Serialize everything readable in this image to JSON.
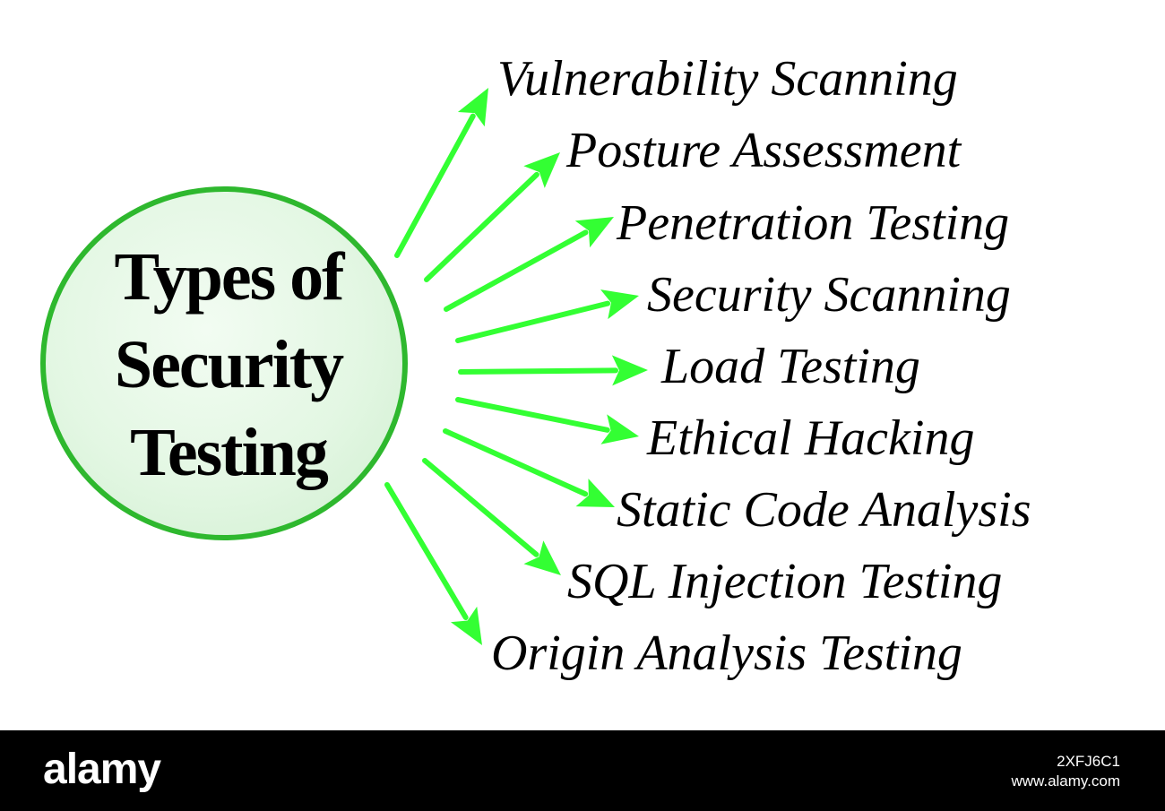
{
  "diagram": {
    "hub": {
      "title_lines": [
        "Types of",
        "Security",
        "Testing"
      ],
      "fill": "#e3f7e3",
      "border": "#2eb82e"
    },
    "arrow_color": "#33ff33",
    "items": [
      "Vulnerability Scanning",
      "Posture Assessment",
      "Penetration Testing",
      "Security Scanning",
      "Load Testing",
      "Ethical Hacking",
      "Static Code Analysis",
      "SQL Injection Testing",
      "Origin Analysis Testing"
    ]
  },
  "footer": {
    "logo": "alamy",
    "image_id": "2XFJ6C1",
    "site": "www.alamy.com"
  }
}
